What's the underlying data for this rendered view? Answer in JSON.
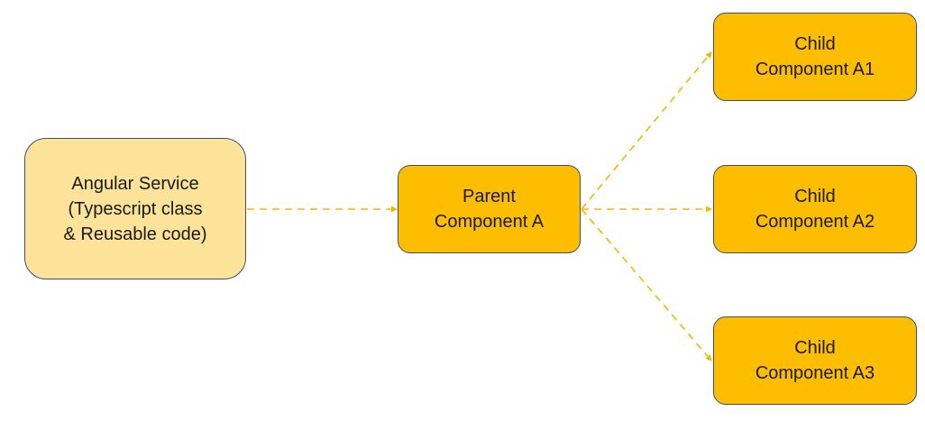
{
  "colors": {
    "service_fill": "#fde39a",
    "component_fill": "#fdbd00",
    "border": "#3f4e6e",
    "arrow": "#f7b500"
  },
  "nodes": {
    "service": {
      "label": "Angular Service\n(Typescript class\n& Reusable code)"
    },
    "parent": {
      "label": "Parent\nComponent A"
    },
    "child_a1": {
      "label": "Child\nComponent A1"
    },
    "child_a2": {
      "label": "Child\nComponent A2"
    },
    "child_a3": {
      "label": "Child\nComponent A3"
    }
  },
  "edges": [
    {
      "from": "service",
      "to": "parent",
      "style": "dashed"
    },
    {
      "from": "parent",
      "to": "child_a1",
      "style": "dashed"
    },
    {
      "from": "parent",
      "to": "child_a2",
      "style": "dashed"
    },
    {
      "from": "parent",
      "to": "child_a3",
      "style": "dashed"
    }
  ]
}
